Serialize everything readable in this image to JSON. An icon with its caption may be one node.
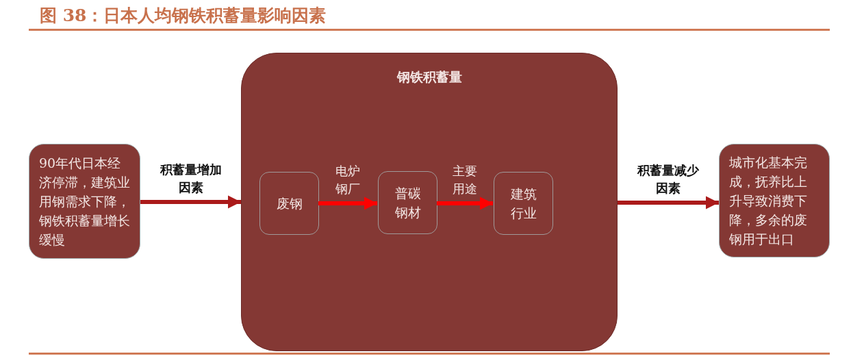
{
  "diagram": {
    "title": "图 38：日本人均钢铁积蓄量影响因素",
    "nodes": [
      {
        "text": [
          "90年代日本经济停滞，建筑业用钢需求下降，钢铁积蓄量增长缓慢"
        ]
      },
      {
        "text": [
          "钢铁积蓄量"
        ]
      },
      {
        "text": [
          "废钢"
        ],
        "in": 1
      },
      {
        "text": [
          "普碳钢材"
        ],
        "in": 1
      },
      {
        "text": [
          "建筑行业"
        ],
        "in": 1
      },
      {
        "text": [
          "城市化基本完成，抚养比上升导致消费下降，多余的废钢用于出口"
        ]
      }
    ],
    "edges": [
      {
        "from": 0,
        "to": 1,
        "arrow": "to",
        "label": "积蓄量增加因素"
      },
      {
        "from": 2,
        "to": 3,
        "arrow": "to",
        "label": "电炉钢厂",
        "color": "#ff0000"
      },
      {
        "from": 3,
        "to": 4,
        "arrow": "to",
        "label": "主要用途",
        "color": "#ff0000"
      },
      {
        "from": 1,
        "to": 5,
        "arrow": "to",
        "label": "积蓄量减少因素"
      }
    ]
  }
}
